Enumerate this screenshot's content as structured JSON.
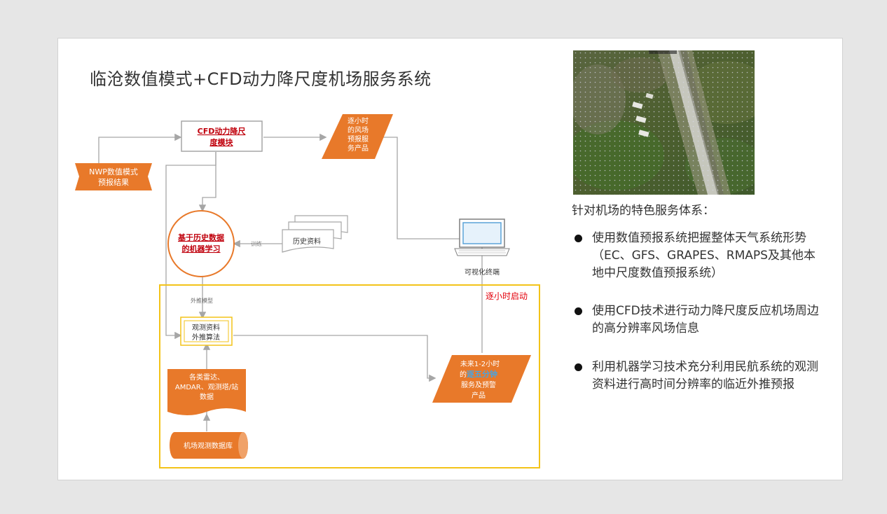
{
  "slide": {
    "title": "临沧数值模式+CFD动力降尺度机场服务系统"
  },
  "diagram": {
    "nwp_box": [
      "NWP数值模式",
      "预报结果"
    ],
    "cfd_box": [
      "CFD动力降尺",
      "度模块"
    ],
    "hourly_product": [
      "逐小时",
      "的风场",
      "预报服",
      "务产品"
    ],
    "ml_circle": [
      "基于历史数据",
      "的机器学习"
    ],
    "train_label": "训练",
    "history_docs": "历史资料",
    "terminal_label": "可视化终端",
    "extrapolation_model_label": "外推模型",
    "hourly_start_label": "逐小时启动",
    "obs_extrap_box": [
      "观测资料",
      "外推算法"
    ],
    "radar_doc": [
      "各类雷达、",
      "AMDAR、观测塔/站",
      "数据"
    ],
    "airport_db": "机场观测数据库",
    "forecast_box": {
      "line1": "未来1-2小时",
      "line2_prefix": "的",
      "line2_highlight": "逐五分钟",
      "line3": "服务及预警",
      "line4": "产品"
    },
    "colors": {
      "orange": "#e8792a",
      "dark_red": "#c0000c",
      "yellow_border": "#f3c319",
      "highlight_blue": "#4aa3df"
    }
  },
  "right_panel": {
    "heading": "针对机场的特色服务体系：",
    "bullets": [
      "使用数值预报系统把握整体天气系统形势（EC、GFS、GRAPES、RMAPS及其他本地中尺度数值预报系统）",
      "使用CFD技术进行动力降尺度反应机场周边的高分辨率风场信息",
      "利用机器学习技术充分利用民航系统的观测资料进行高时间分辨率的临近外推预报"
    ]
  }
}
